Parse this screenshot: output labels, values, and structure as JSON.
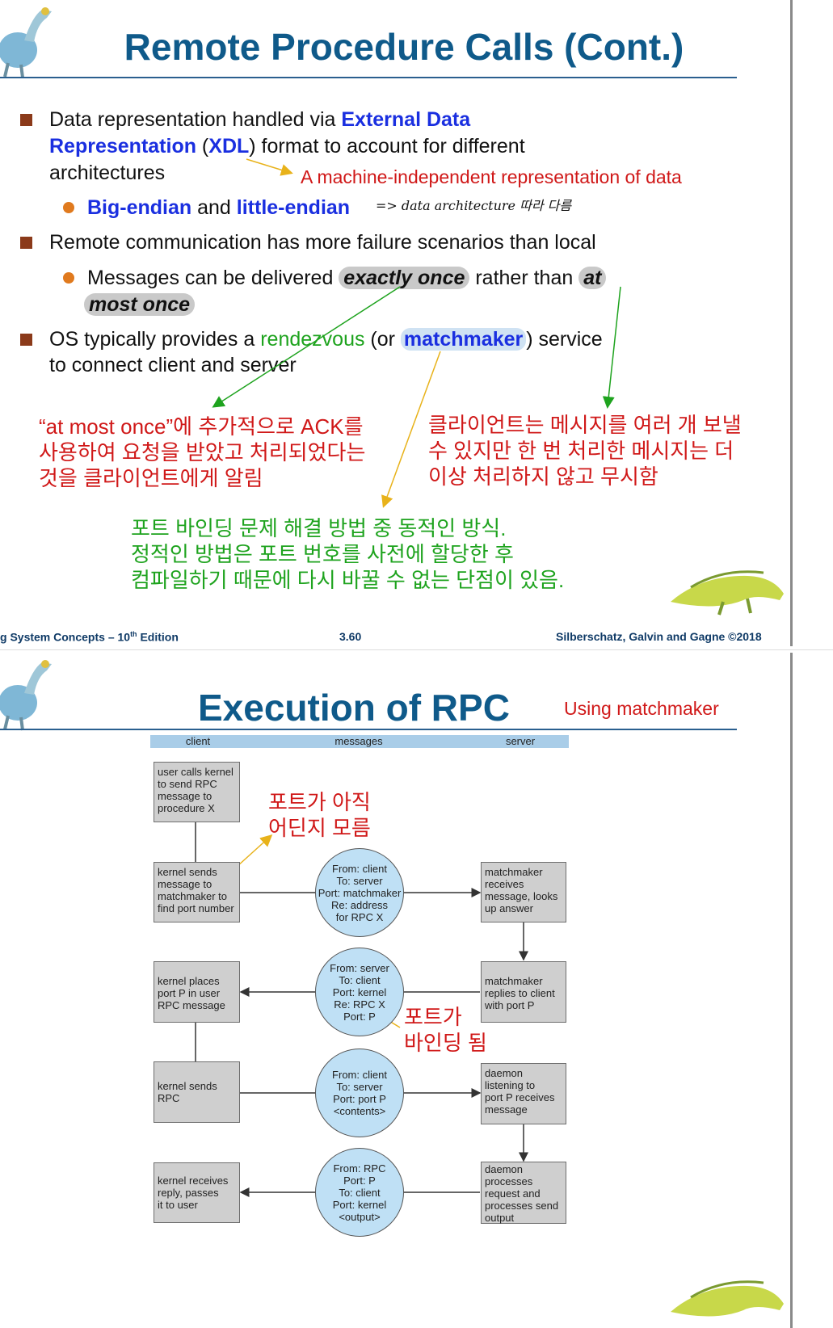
{
  "slide1": {
    "title": "Remote Procedure Calls (Cont.)",
    "bullet1": {
      "prefix": "Data representation handled via ",
      "xdr_a": "External Data",
      "xdr_b": "Representation",
      "open_paren": " (",
      "xdl": "XDL",
      "rest": ") format to account for different",
      "line3": "architectures"
    },
    "annotation_xdl": "A machine-independent representation of data",
    "sub1": {
      "big": "Big-endian",
      "and": " and ",
      "little": "little-endian",
      "handwritten": "=> data  architecture 따라 다름"
    },
    "bullet2": "Remote communication has more failure scenarios than local",
    "sub2": {
      "prefix": "Messages can be delivered ",
      "exactly": "exactly once",
      "middle": " rather than ",
      "at": "at",
      "most": "most once"
    },
    "bullet3": {
      "prefix": "OS typically provides a ",
      "rendezvous": "rendezvous",
      "or": " (or ",
      "matchmaker": "matchmaker",
      "suffix": ") service",
      "line2": "to connect client and server"
    },
    "note_left": [
      "“at most once”에 추가적으로 ACK를",
      "사용하여 요청을 받았고 처리되었다는",
      "것을 클라이언트에게 알림"
    ],
    "note_right": [
      "클라이언트는 메시지를 여러 개 보낼",
      "수 있지만 한 번 처리한 메시지는 더",
      "이상 처리하지 않고 무시함"
    ],
    "note_green": [
      "포트 바인딩 문제 해결 방법 중 동적인 방식.",
      "정적인 방법은 포트 번호를 사전에 할당한 후",
      "컴파일하기 때문에 다시 바꿀 수 없는 단점이 있음."
    ],
    "footer_left_a": "g System Concepts – 10",
    "footer_left_sup": "th",
    "footer_left_b": " Edition",
    "footer_center": "3.60",
    "footer_right": "Silberschatz, Galvin and Gagne ©2018"
  },
  "slide2": {
    "title": "Execution of RPC",
    "annotation_title": "Using matchmaker",
    "headers": [
      "client",
      "messages",
      "server"
    ],
    "client_boxes": [
      [
        "user calls kernel",
        "to send RPC",
        "message to",
        "procedure X"
      ],
      [
        "kernel sends",
        "message to",
        "matchmaker to",
        "find port number"
      ],
      [
        "kernel places",
        "port P in user",
        "RPC message"
      ],
      [
        "kernel sends",
        "RPC"
      ],
      [
        "kernel receives",
        "reply, passes",
        "it to user"
      ]
    ],
    "messages": [
      [
        "From: client",
        "To: server",
        "Port: matchmaker",
        "Re: address",
        "for RPC X"
      ],
      [
        "From: server",
        "To: client",
        "Port: kernel",
        "Re: RPC X",
        "Port: P"
      ],
      [
        "From: client",
        "To: server",
        "Port: port P",
        "<contents>"
      ],
      [
        "From: RPC",
        "Port: P",
        "To: client",
        "Port: kernel",
        "<output>"
      ]
    ],
    "server_boxes": [
      [
        "matchmaker",
        "receives",
        "message, looks",
        "up answer"
      ],
      [
        "matchmaker",
        "replies to client",
        "with port P"
      ],
      [
        "daemon",
        "listening to",
        "port P receives",
        "message"
      ],
      [
        "daemon",
        "processes",
        "request and",
        "processes send",
        "output"
      ]
    ],
    "note_port_unknown": [
      "포트가 아직",
      "어딘지 모름"
    ],
    "note_port_bound": [
      "포트가",
      "바인딩 됨"
    ]
  }
}
